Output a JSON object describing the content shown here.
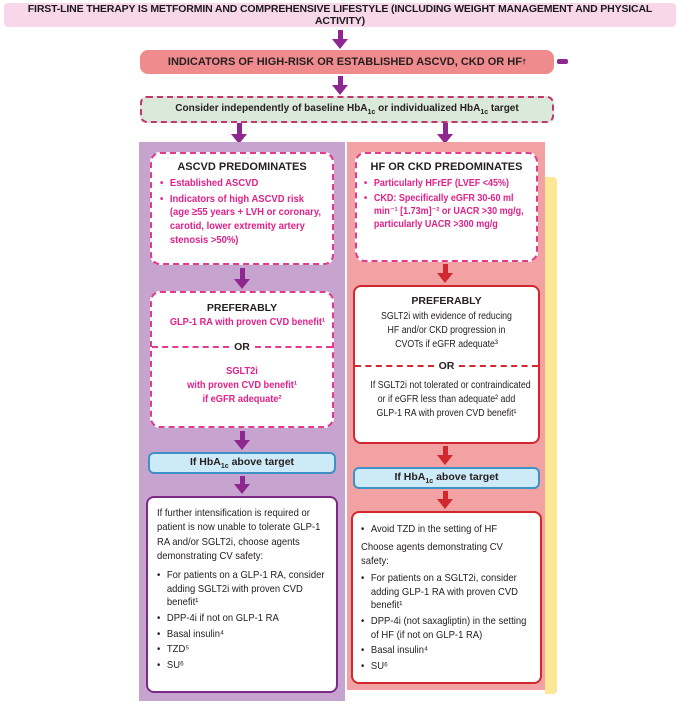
{
  "banner": {
    "label": "FIRST-LINE THERAPY IS METFORMIN AND COMPREHENSIVE LIFESTYLE (INCLUDING WEIGHT MANAGEMENT AND PHYSICAL ACTIVITY)"
  },
  "indicators": {
    "label": "INDICATORS OF HIGH-RISK OR ESTABLISHED ASCVD, CKD OR HF",
    "footnote": "†"
  },
  "consider": {
    "part1": "Consider independently of baseline HbA",
    "sub1": "1c",
    "part2": " or individualized HbA",
    "sub2": "1c",
    "part3": " target"
  },
  "left_column": {
    "predominates": {
      "title": "ASCVD PREDOMINATES",
      "bullets": [
        "Established ASCVD",
        "Indicators of high ASCVD risk (age ≥55 years + LVH or coronary, carotid, lower extremity artery stenosis >50%)"
      ]
    },
    "preferably": {
      "title": "PREFERABLY",
      "option1_lines": [
        "GLP-1 RA with proven CVD benefit¹"
      ],
      "or_label": "OR",
      "option2_lines": [
        "SGLT2i",
        "with proven CVD benefit¹",
        "if eGFR adequate²"
      ]
    },
    "hba1c": {
      "part1": "If HbA",
      "sub": "1c",
      "part2": " above target"
    },
    "intensify": {
      "intro": "If further intensification is required or patient is now unable to tolerate GLP-1 RA and/or SGLT2i, choose agents demonstrating CV safety:",
      "bullets": [
        "For patients on a GLP-1 RA, consider adding SGLT2i with proven CVD benefit¹",
        "DPP-4i if not on GLP-1 RA",
        "Basal insulin⁴",
        "TZD⁵",
        "SU⁶"
      ]
    }
  },
  "right_column": {
    "predominates": {
      "title": "HF OR CKD PREDOMINATES",
      "bullets": [
        "Particularly HFrEF (LVEF <45%)",
        "CKD: Specifically eGFR 30-60 ml min⁻¹ [1.73m]⁻² or UACR >30 mg/g, particularly UACR >300 mg/g"
      ]
    },
    "preferably": {
      "title": "PREFERABLY",
      "option1_lines": [
        "SGLT2i with evidence of reducing",
        "HF and/or CKD progression in",
        "CVOTs if eGFR adequate³"
      ],
      "or_label": "OR",
      "option2_lines": [
        "If SGLT2i not tolerated or contraindicated",
        "or if eGFR less than adequate² add",
        "GLP-1 RA with proven CVD benefit¹"
      ]
    },
    "hba1c": {
      "part1": "If HbA",
      "sub": "1c",
      "part2": " above target"
    },
    "safety": {
      "bullet_avoid": "Avoid TZD in the setting of HF",
      "choose": "Choose agents demonstrating CV safety:",
      "bullets": [
        "For patients on a SGLT2i, consider adding GLP-1 RA with proven CVD benefit¹",
        "DPP-4i (not saxagliptin) in the setting of HF (if not on GLP-1 RA)",
        "Basal insulin⁴",
        "SU⁶"
      ]
    }
  },
  "colors": {
    "banner_bg": "#f8d7eb",
    "indicators_bg": "#ef8a8d",
    "consider_bg": "#dbe9da",
    "left_column_bg": "#c7a4d0",
    "right_column_bg": "#f2a2a3",
    "yellow_strip": "#fbe795",
    "purple_accent": "#8e278f",
    "red_accent": "#d0282e",
    "magenta_text": "#e0218a",
    "hba1c_box_bg": "#cdeaf8",
    "hba1c_box_border": "#3f92c6"
  }
}
